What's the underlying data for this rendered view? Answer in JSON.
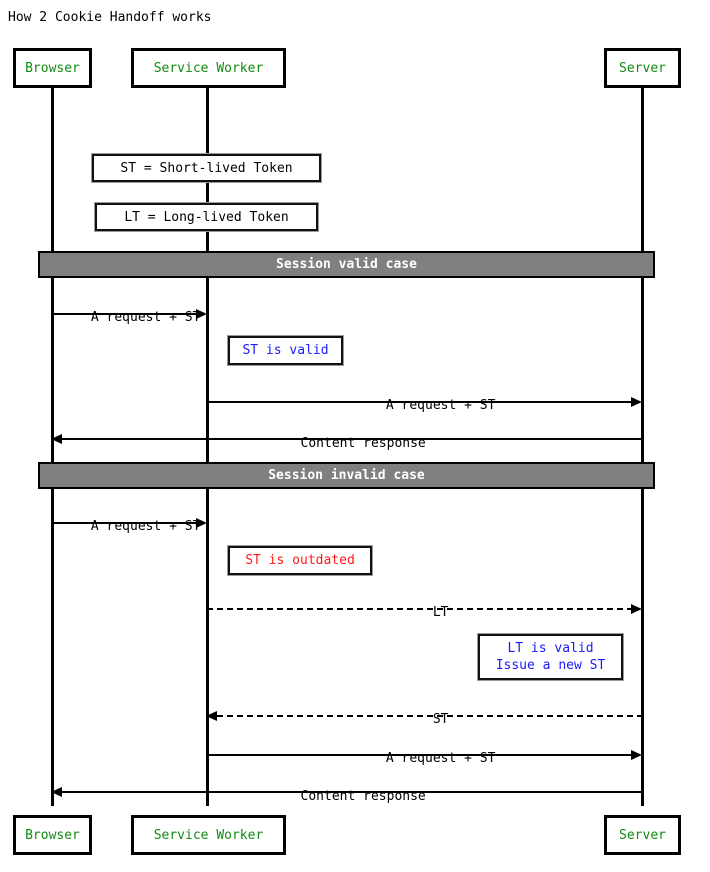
{
  "title": "How 2 Cookie Handoff works",
  "colors": {
    "participant_text": "#128b12",
    "divider_fill": "#808080",
    "divider_text": "#ffffff",
    "note_blue": "#1a1aff",
    "note_red": "#ff1a1a",
    "line": "#000000",
    "background": "#ffffff"
  },
  "participants": [
    {
      "name": "browser",
      "label": "Browser"
    },
    {
      "name": "service-worker",
      "label": "Service Worker"
    },
    {
      "name": "server",
      "label": "Server"
    }
  ],
  "participants_bottom": [
    {
      "name": "browser",
      "label": "Browser"
    },
    {
      "name": "service-worker",
      "label": "Service Worker"
    },
    {
      "name": "server",
      "label": "Server"
    }
  ],
  "legend_notes": [
    {
      "name": "note-st-definition",
      "text": "ST = Short-lived Token",
      "color": "black"
    },
    {
      "name": "note-lt-definition",
      "text": "LT = Long-lived Token",
      "color": "black"
    }
  ],
  "sections": [
    {
      "name": "section-session-valid",
      "label": "Session valid case"
    },
    {
      "name": "section-session-invalid",
      "label": "Session invalid case"
    }
  ],
  "messages": [
    {
      "name": "msg-browser-to-sw-request-st-1",
      "label": "A request + ST",
      "from": "browser",
      "to": "service-worker",
      "style": "solid",
      "direction": "right"
    },
    {
      "name": "msg-sw-to-server-request-st-1",
      "label": "A request + ST",
      "from": "service-worker",
      "to": "server",
      "style": "solid",
      "direction": "right"
    },
    {
      "name": "msg-server-to-browser-content-response-1",
      "label": "Content response",
      "from": "server",
      "to": "browser",
      "style": "solid",
      "direction": "left"
    },
    {
      "name": "msg-browser-to-sw-request-st-2",
      "label": "A request + ST",
      "from": "browser",
      "to": "service-worker",
      "style": "solid",
      "direction": "right"
    },
    {
      "name": "msg-sw-to-server-lt",
      "label": "LT",
      "from": "service-worker",
      "to": "server",
      "style": "dashed",
      "direction": "right"
    },
    {
      "name": "msg-server-to-sw-st",
      "label": "ST",
      "from": "server",
      "to": "service-worker",
      "style": "dashed",
      "direction": "left"
    },
    {
      "name": "msg-sw-to-server-request-st-2",
      "label": "A request + ST",
      "from": "service-worker",
      "to": "server",
      "style": "solid",
      "direction": "right"
    },
    {
      "name": "msg-server-to-browser-content-response-2",
      "label": "Content response",
      "from": "server",
      "to": "browser",
      "style": "solid",
      "direction": "left"
    }
  ],
  "notes": [
    {
      "name": "note-st-is-valid",
      "line1": "ST is valid",
      "line2": "",
      "color": "blue"
    },
    {
      "name": "note-st-is-outdated",
      "line1": "ST is outdated",
      "line2": "",
      "color": "red"
    },
    {
      "name": "note-lt-is-valid",
      "line1": "LT is valid",
      "line2": "Issue a new ST",
      "color": "blue"
    }
  ]
}
